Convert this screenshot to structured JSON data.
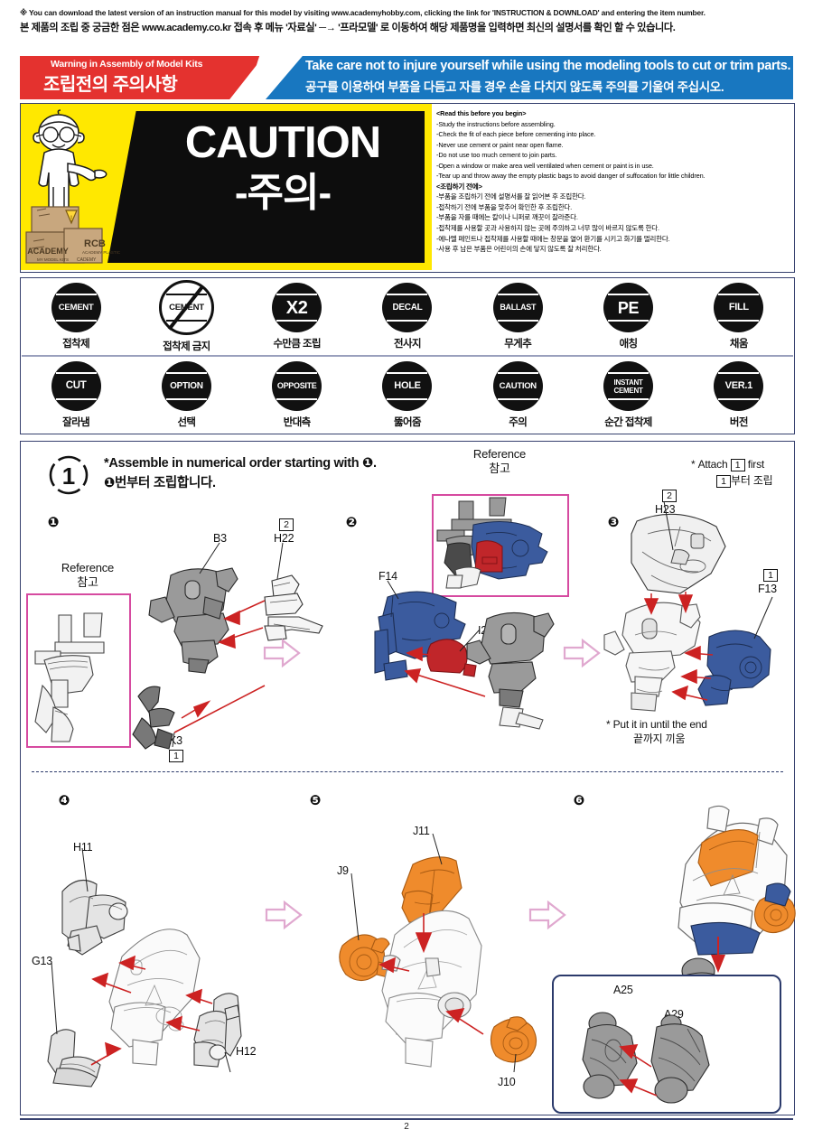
{
  "notice": {
    "english": "※ You can download the latest version of an instruction manual for this model by visiting www.academyhobby.com, clicking the link for 'INSTRUCTION & DOWNLOAD' and entering the item number.",
    "korean": "본 제품의 조립 중 궁금한 점은 www.academy.co.kr 접속 후 메뉴 '자료실' ─→ '프라모델' 로 이동하여 해당 제품명을 입력하면 최신의 설명서를 확인 할 수 있습니다."
  },
  "warning_banner": {
    "red_en": "Warning in Assembly of Model Kits",
    "red_kr": "조립전의 주의사항",
    "blue_en": "Take care not to injure yourself while using the modeling tools to cut or trim parts.",
    "blue_kr": "공구를 이용하여 부품을 다듬고 자를 경우  손을 다치지 않도록 주의를 기울여 주십시오.",
    "red_color": "#e4322f",
    "blue_color": "#1877c0"
  },
  "caution": {
    "title_en": "CAUTION",
    "title_kr": "-주의-",
    "panel_yellow": "#ffe800",
    "panel_black": "#0d0d0d",
    "lines_en": [
      "<Read this before you begin>",
      "-Study the instructions before assembling.",
      "-Check the fit of each piece before cementing into place.",
      "-Never use cement or paint near open flame.",
      "-Do not use too much cement to join parts.",
      "-Open a window or make area well ventilated when cement or paint is in use.",
      "-Tear up and throw away the empty plastic bags to avoid danger of suffocation for little children."
    ],
    "lines_kr": [
      "<조립하기 전에>",
      "-부품을 조립하기 전에 설명서를 잘 읽어본 후 조립한다.",
      "-접착하기 전에 부품을 맞추어 확인한 후 조립한다.",
      "-부품을 자를 때에는 칼이나 니퍼로 깨끗이 잘라준다.",
      "-접착제를 사용할 곳과 사용하지 않는 곳에 주의하고 너무 많이 바르지 않도록 한다.",
      "-에나멜 페인트나 접착제를 사용할 때에는 창문을 열어 환기를 시키고 화기를 멀리한다.",
      "-사용 후 남은 부품은 어린이의 손에 닿지 않도록 잘 처리한다."
    ],
    "mascot_box_labels": [
      "ACADEMY",
      "RCB"
    ]
  },
  "legend": {
    "row1": [
      {
        "en": "CEMENT",
        "kr": "접착제",
        "style": "solid",
        "icon": "cement-icon"
      },
      {
        "en": "CEMENT",
        "kr": "접착제 금지",
        "style": "crossed",
        "icon": "no-cement-icon"
      },
      {
        "en": "X2",
        "kr": "수만큼 조립",
        "style": "solid",
        "icon": "quantity-icon"
      },
      {
        "en": "DECAL",
        "kr": "전사지",
        "style": "solid",
        "icon": "decal-icon"
      },
      {
        "en": "BALLAST",
        "kr": "무게추",
        "style": "solid",
        "icon": "ballast-icon"
      },
      {
        "en": "PE",
        "kr": "애칭",
        "style": "solid",
        "icon": "pe-icon"
      },
      {
        "en": "FILL",
        "kr": "채움",
        "style": "solid",
        "icon": "fill-icon"
      }
    ],
    "row2": [
      {
        "en": "CUT",
        "kr": "잘라냄",
        "style": "solid",
        "icon": "cut-icon"
      },
      {
        "en": "OPTION",
        "kr": "선택",
        "style": "solid",
        "icon": "option-icon"
      },
      {
        "en": "OPPOSITE",
        "kr": "반대측",
        "style": "solid",
        "icon": "opposite-icon"
      },
      {
        "en": "HOLE",
        "kr": "뚫어줌",
        "style": "solid",
        "icon": "hole-icon"
      },
      {
        "en": "CAUTION",
        "kr": "주의",
        "style": "solid",
        "icon": "caution-icon"
      },
      {
        "en": "INSTANT CEMENT",
        "kr": "순간 접착제",
        "style": "solid",
        "icon": "instant-cement-icon"
      },
      {
        "en": "VER.1",
        "kr": "버전",
        "style": "solid",
        "icon": "version-icon"
      }
    ]
  },
  "main": {
    "section_number": "1",
    "header_en": "*Assemble in numerical order starting with ❶.",
    "header_kr": "❶번부터 조립합니다.",
    "reference_label_en": "Reference",
    "reference_label_kr": "참고",
    "steps": [
      {
        "number": "❶",
        "parts": [
          "B3",
          "H22",
          "K3"
        ],
        "box_numbers": {
          "H22": "2",
          "K3": "1"
        }
      },
      {
        "number": "❷",
        "parts": [
          "F14",
          "I20"
        ],
        "reference": true
      },
      {
        "number": "❸",
        "parts": [
          "H23",
          "F13"
        ],
        "box_numbers": {
          "H23": "2",
          "F13": "1"
        },
        "note_en": "* Attach 1 first",
        "note_kr": "1부터 조립",
        "note2_en": "*  Put it in until the end",
        "note2_kr": "끝까지 끼움"
      },
      {
        "number": "❹",
        "parts": [
          "H11",
          "G13",
          "H12"
        ]
      },
      {
        "number": "❺",
        "parts": [
          "J11",
          "J9",
          "J10"
        ]
      },
      {
        "number": "❻",
        "parts": [
          "A25",
          "A29"
        ]
      }
    ],
    "colors": {
      "part_gray": "#9a9a9a",
      "part_blue": "#3b5b9e",
      "part_red": "#c0262a",
      "part_orange": "#ef8b2c",
      "arrow_red": "#cc2222",
      "step_arrow_pink": "#e0a8cf",
      "reference_border": "#d64aa0",
      "navy_border": "#2b3a6b"
    }
  },
  "footer": {
    "page_number": "2"
  }
}
